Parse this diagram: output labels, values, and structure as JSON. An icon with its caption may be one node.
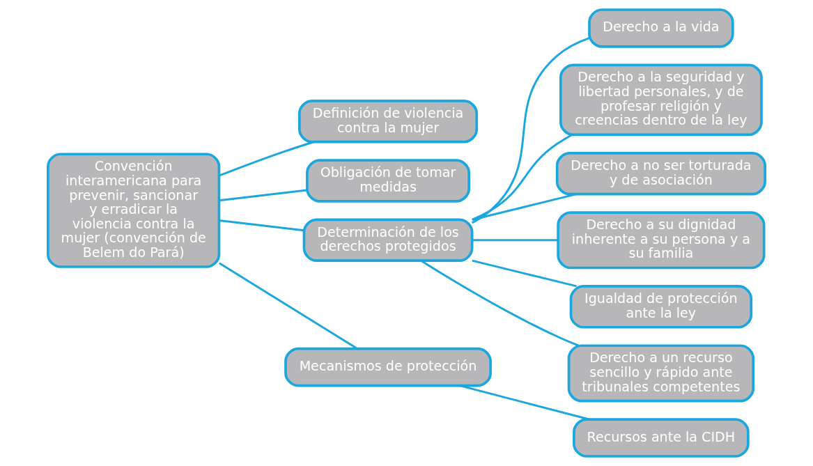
{
  "diagram": {
    "nodes": [
      {
        "text": [
          "Convención interamericana para prevenir, sancionar y erradicar la violencia contra la mujer (convención de Belem do Pará)"
        ]
      },
      {
        "text": [
          "Definición de violencia contra la mujer"
        ]
      },
      {
        "text": [
          "Obligación de tomar medidas"
        ]
      },
      {
        "text": [
          "Determinación de los derechos protegidos"
        ]
      },
      {
        "text": [
          "Mecanismos de protección"
        ]
      },
      {
        "text": [
          "Recursos ante la CIDH"
        ]
      },
      {
        "text": [
          "Derecho a la vida"
        ]
      },
      {
        "text": [
          "Derecho a la seguridad y libertad personales, y de profesar religión y creencias dentro de la ley"
        ]
      },
      {
        "text": [
          "Derecho a no ser torturada y de asociación"
        ]
      },
      {
        "text": [
          "Derecho a su dignidad inherente a su persona y a su familia"
        ]
      },
      {
        "text": [
          "Igualdad de protección ante la ley"
        ]
      },
      {
        "text": [
          "Derecho a un recurso sencillo y rápido ante tribunales competentes"
        ]
      }
    ],
    "edges": [
      {
        "from": 0,
        "to": 1,
        "arrow": "none"
      },
      {
        "from": 0,
        "to": 2,
        "arrow": "none"
      },
      {
        "from": 0,
        "to": 3,
        "arrow": "none"
      },
      {
        "from": 0,
        "to": 4,
        "arrow": "none"
      },
      {
        "from": 4,
        "to": 5,
        "arrow": "none"
      },
      {
        "from": 3,
        "to": 6,
        "arrow": "none"
      },
      {
        "from": 3,
        "to": 7,
        "arrow": "none"
      },
      {
        "from": 3,
        "to": 8,
        "arrow": "none"
      },
      {
        "from": 3,
        "to": 9,
        "arrow": "none"
      },
      {
        "from": 3,
        "to": 10,
        "arrow": "none"
      },
      {
        "from": 3,
        "to": 11,
        "arrow": "none"
      }
    ]
  }
}
